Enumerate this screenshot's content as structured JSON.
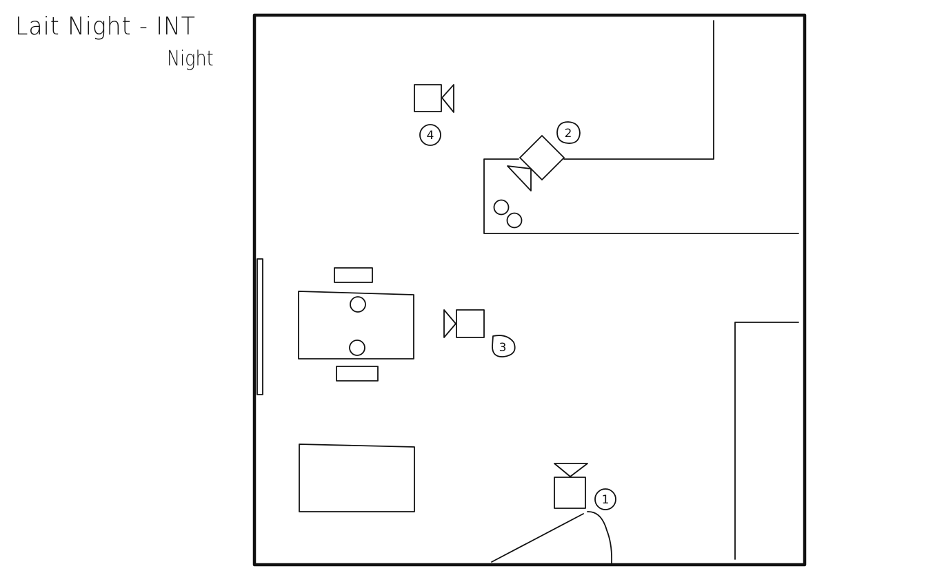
{
  "header": {
    "title": "Lait Night - INT",
    "subtitle": "Night"
  },
  "cameras": [
    {
      "number": "1",
      "icon": "camera-icon"
    },
    {
      "number": "2",
      "icon": "camera-icon"
    },
    {
      "number": "3",
      "icon": "camera-icon"
    },
    {
      "number": "4",
      "icon": "camera-icon"
    }
  ],
  "colors": {
    "ink": "#111111",
    "background": "#ffffff"
  }
}
